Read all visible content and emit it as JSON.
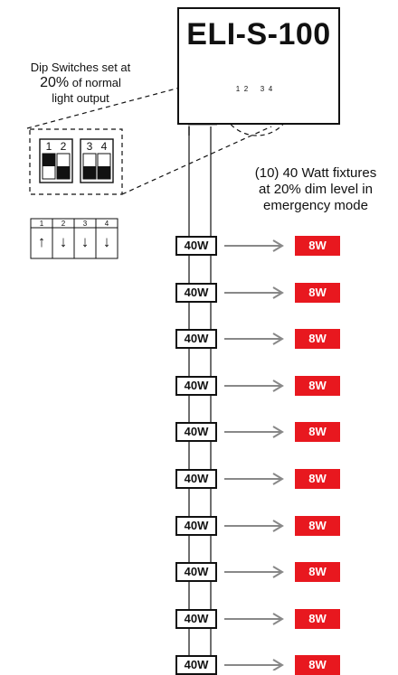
{
  "device": {
    "title": "ELI-S-100"
  },
  "note": {
    "line1": "Dip Switches set at",
    "percent": "20%",
    "line2_rest": " of normal",
    "line3": "light output"
  },
  "emergency_caption": {
    "line1": "(10) 40 Watt fixtures",
    "line2": "at 20% dim level in",
    "line3": "emergency mode"
  },
  "dip_switches": {
    "labels": [
      "1",
      "2",
      "3",
      "4"
    ],
    "positions": [
      "up",
      "down",
      "down",
      "down"
    ]
  },
  "fixtures": [
    {
      "input": "40W",
      "output": "8W"
    },
    {
      "input": "40W",
      "output": "8W"
    },
    {
      "input": "40W",
      "output": "8W"
    },
    {
      "input": "40W",
      "output": "8W"
    },
    {
      "input": "40W",
      "output": "8W"
    },
    {
      "input": "40W",
      "output": "8W"
    },
    {
      "input": "40W",
      "output": "8W"
    },
    {
      "input": "40W",
      "output": "8W"
    },
    {
      "input": "40W",
      "output": "8W"
    },
    {
      "input": "40W",
      "output": "8W"
    }
  ],
  "colors": {
    "output_box": "#e8181f",
    "line": "#111111",
    "arrow": "#888888",
    "lead": "#aaaaaa"
  }
}
